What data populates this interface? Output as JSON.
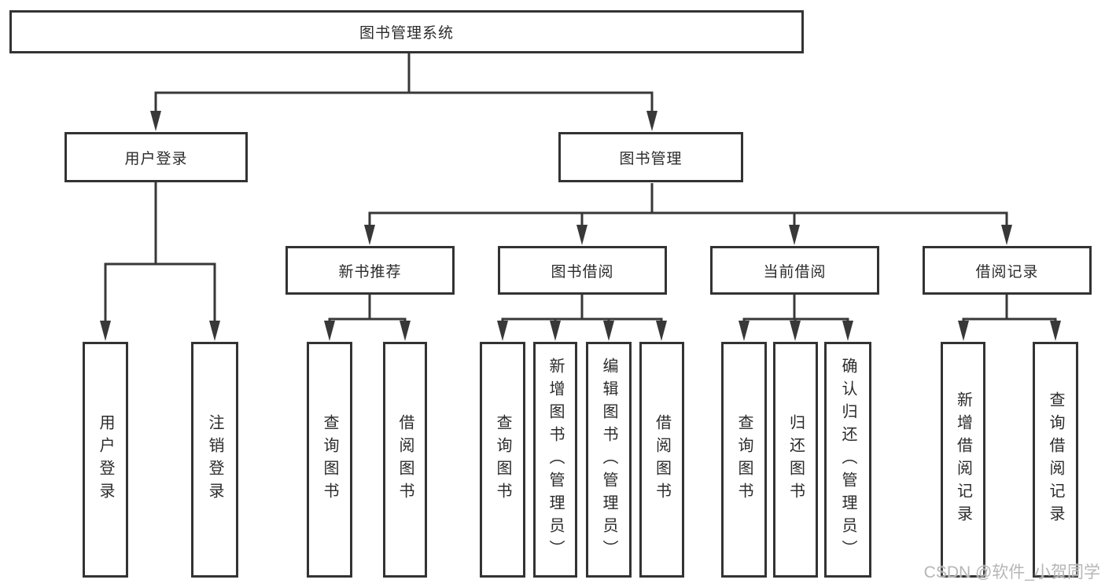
{
  "diagram": {
    "title": "图书管理系统",
    "root": {
      "label": "图书管理系统"
    },
    "level2": [
      {
        "label": "用户登录"
      },
      {
        "label": "图书管理"
      }
    ],
    "level3": [
      {
        "label": "新书推荐"
      },
      {
        "label": "图书借阅"
      },
      {
        "label": "当前借阅"
      },
      {
        "label": "借阅记录"
      }
    ],
    "leaves": [
      {
        "label": "用户登录",
        "parent": "用户登录"
      },
      {
        "label": "注销登录",
        "parent": "用户登录"
      },
      {
        "label": "查询图书",
        "parent": "新书推荐"
      },
      {
        "label": "借阅图书",
        "parent": "新书推荐"
      },
      {
        "label": "查询图书",
        "parent": "图书借阅"
      },
      {
        "label": "新增图书（管理员）",
        "parent": "图书借阅"
      },
      {
        "label": "编辑图书（管理员）",
        "parent": "图书借阅"
      },
      {
        "label": "借阅图书",
        "parent": "图书借阅"
      },
      {
        "label": "查询图书",
        "parent": "当前借阅"
      },
      {
        "label": "归还图书",
        "parent": "当前借阅"
      },
      {
        "label": "确认归还（管理员）",
        "parent": "当前借阅"
      },
      {
        "label": "新增借阅记录",
        "parent": "借阅记录"
      },
      {
        "label": "查询借阅记录",
        "parent": "借阅记录"
      }
    ],
    "watermark": "CSDN @软件_小贺同学",
    "colors": {
      "line": "#383838",
      "border": "#333333",
      "text": "#2b2b2b",
      "background": "#ffffff",
      "watermark": "#b6b6b6"
    }
  }
}
